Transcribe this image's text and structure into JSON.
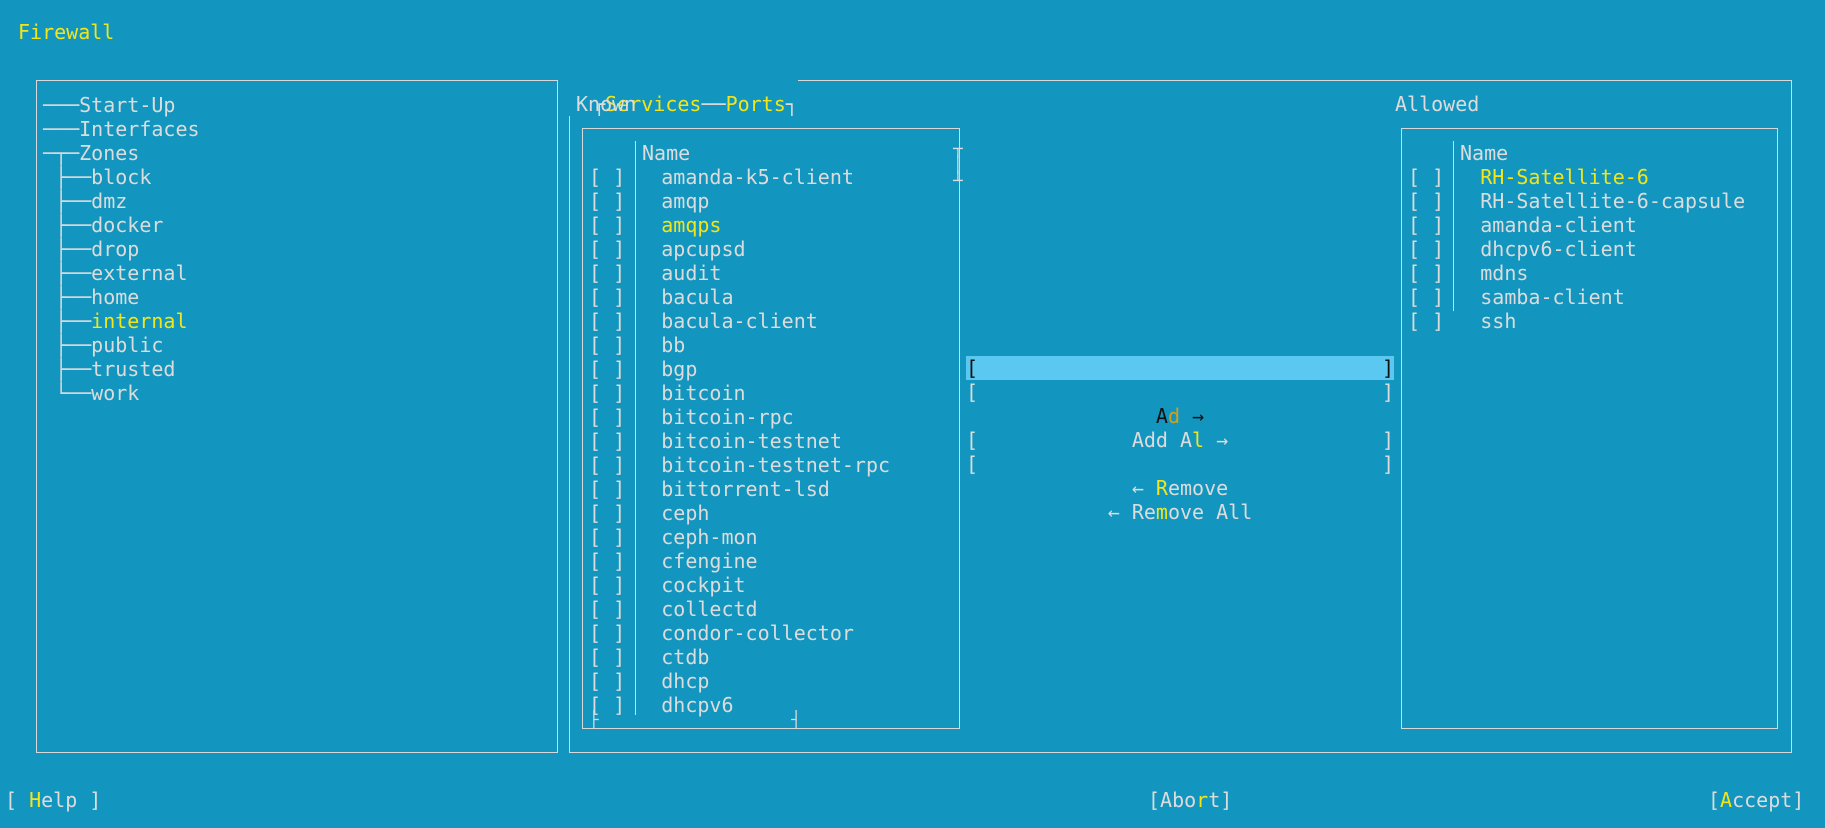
{
  "title": "Firewall",
  "tree": {
    "items": [
      {
        "label": "Start-Up",
        "prefix": "───",
        "selected": false
      },
      {
        "label": "Interfaces",
        "prefix": "───",
        "selected": false
      },
      {
        "label": "Zones",
        "prefix": "─┬─",
        "selected": false
      },
      {
        "label": "block",
        "prefix": " ├──",
        "selected": false
      },
      {
        "label": "dmz",
        "prefix": " ├──",
        "selected": false
      },
      {
        "label": "docker",
        "prefix": " ├──",
        "selected": false
      },
      {
        "label": "drop",
        "prefix": " ├──",
        "selected": false
      },
      {
        "label": "external",
        "prefix": " ├──",
        "selected": false
      },
      {
        "label": "home",
        "prefix": " ├──",
        "selected": false
      },
      {
        "label": "internal",
        "prefix": " ├──",
        "selected": true
      },
      {
        "label": "public",
        "prefix": " ├──",
        "selected": false
      },
      {
        "label": "trusted",
        "prefix": " ├──",
        "selected": false
      },
      {
        "label": "work",
        "prefix": " └──",
        "selected": false
      }
    ]
  },
  "tabs": {
    "services": "Services",
    "ports": "Ports"
  },
  "known": {
    "label": "Known",
    "column": "Name",
    "checkbox": "[ ]",
    "items": [
      {
        "name": "amanda-k5-client",
        "hl": false
      },
      {
        "name": "amqp",
        "hl": false
      },
      {
        "name": "amqps",
        "hl": true
      },
      {
        "name": "apcupsd",
        "hl": false
      },
      {
        "name": "audit",
        "hl": false
      },
      {
        "name": "bacula",
        "hl": false
      },
      {
        "name": "bacula-client",
        "hl": false
      },
      {
        "name": "bb",
        "hl": false
      },
      {
        "name": "bgp",
        "hl": false
      },
      {
        "name": "bitcoin",
        "hl": false
      },
      {
        "name": "bitcoin-rpc",
        "hl": false
      },
      {
        "name": "bitcoin-testnet",
        "hl": false
      },
      {
        "name": "bitcoin-testnet-rpc",
        "hl": false
      },
      {
        "name": "bittorrent-lsd",
        "hl": false
      },
      {
        "name": "ceph",
        "hl": false
      },
      {
        "name": "ceph-mon",
        "hl": false
      },
      {
        "name": "cfengine",
        "hl": false
      },
      {
        "name": "cockpit",
        "hl": false
      },
      {
        "name": "collectd",
        "hl": false
      },
      {
        "name": "condor-collector",
        "hl": false
      },
      {
        "name": "ctdb",
        "hl": false
      },
      {
        "name": "dhcp",
        "hl": false
      },
      {
        "name": "dhcpv6",
        "hl": false
      }
    ]
  },
  "allowed": {
    "label": "Allowed",
    "column": "Name",
    "checkbox": "[ ]",
    "items": [
      {
        "name": "RH-Satellite-6",
        "hl": true
      },
      {
        "name": "RH-Satellite-6-capsule",
        "hl": false
      },
      {
        "name": "amanda-client",
        "hl": false
      },
      {
        "name": "dhcpv6-client",
        "hl": false
      },
      {
        "name": "mdns",
        "hl": false
      },
      {
        "name": "samba-client",
        "hl": false
      },
      {
        "name": "ssh",
        "hl": false
      }
    ]
  },
  "actions": {
    "add": {
      "pre": "A",
      "hot": "d",
      "post": "d →"
    },
    "add_all": {
      "pre": "Add A",
      "hot": "l",
      "post": "l →"
    },
    "remove": {
      "pre": "← ",
      "hot": "R",
      "post": "emove"
    },
    "remove_all": {
      "pre": "← Re",
      "hot": "m",
      "post": "ove All"
    },
    "bracket_left": "[",
    "bracket_right": "]"
  },
  "footer": {
    "help": {
      "open": "[ ",
      "hot": "H",
      "rest": "elp ]"
    },
    "abort": {
      "open": "[Abo",
      "hot": "r",
      "rest": "t]"
    },
    "accept": {
      "open": "[",
      "hot": "A",
      "rest": "ccept]"
    }
  },
  "colors": {
    "background": "#1295bf",
    "text": "#dcdcdc",
    "highlight": "#f2e61a",
    "focus_bg": "#5ac8f0"
  }
}
